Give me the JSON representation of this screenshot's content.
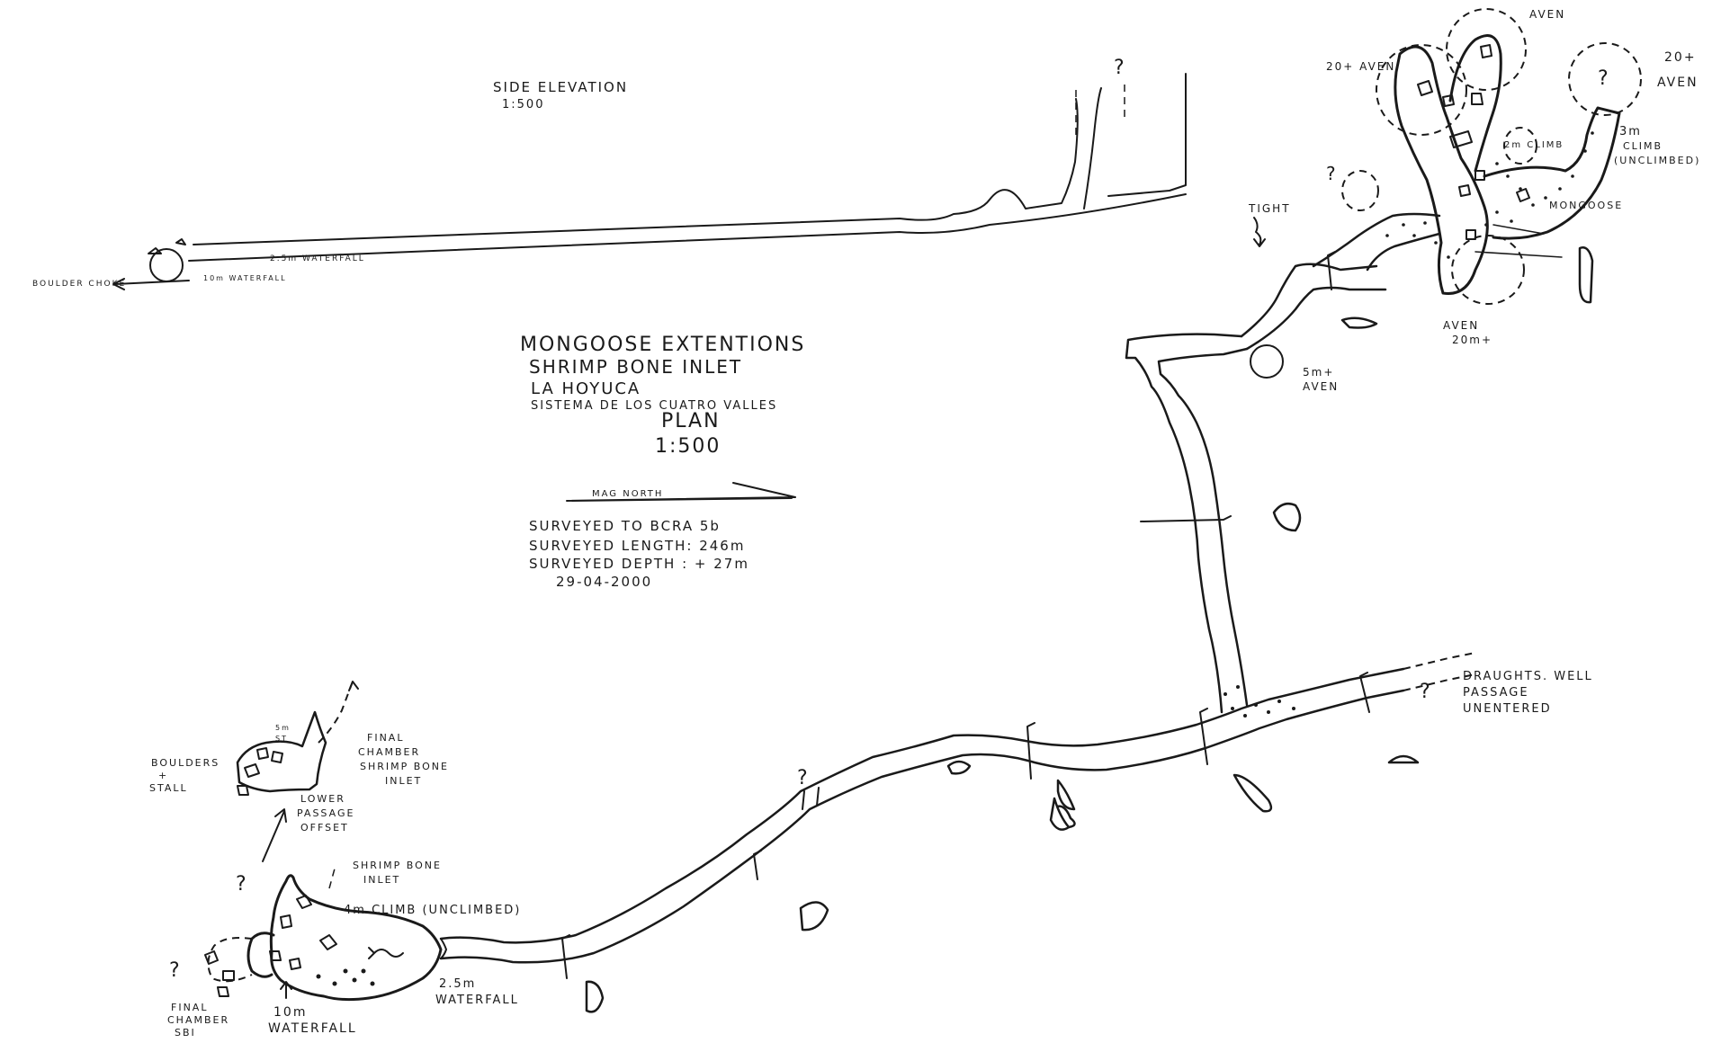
{
  "elevation": {
    "title": "SIDE ELEVATION",
    "scale": "1:500",
    "waterfall_label": "2.5m WATERFALL",
    "lower_waterfall_label": "10m WATERFALL",
    "exit_label": "BOULDER CHOKE",
    "question": "?"
  },
  "title_block": {
    "line1": "MONGOOSE EXTENTIONS",
    "line2": "SHRIMP BONE INLET",
    "line3": "LA HOYUCA",
    "line4": "SISTEMA DE LOS CUATRO VALLES",
    "line5": "PLAN",
    "line6": "1:500",
    "north": "MAG NORTH",
    "grade": "SURVEYED TO BCRA 5b",
    "length": "SURVEYED LENGTH: 246m",
    "depth": "SURVEYED DEPTH : + 27m",
    "date": "29-04-2000"
  },
  "labels": {
    "aven_top": "AVEN",
    "aven_20_left": "20+ AVEN",
    "aven_20_right_1": "20+",
    "aven_20_right_2": "AVEN",
    "climb_3m_1": "3m",
    "climb_3m_2": "CLIMB",
    "climb_3m_3": "(UNCLIMBED)",
    "climb_2m": "2m CLIMB",
    "mongoose": "MONGOOSE",
    "tight": "TIGHT",
    "aven_20_bottom_1": "AVEN",
    "aven_20_bottom_2": "20m+",
    "aven_5m_1": "5m+",
    "aven_5m_2": "AVEN",
    "draughts_1": "DRAUGHTS. WELL",
    "draughts_2": "PASSAGE",
    "draughts_3": "UNENTERED",
    "boulders_1": "BOULDERS",
    "boulders_2": "+",
    "boulders_3": "STALL",
    "final_chamber_1": "FINAL",
    "final_chamber_2": "CHAMBER",
    "final_chamber_3": "SHRIMP BONE",
    "final_chamber_4": "INLET",
    "lower_passage_1": "LOWER",
    "lower_passage_2": "PASSAGE",
    "lower_passage_3": "OFFSET",
    "shrimp_inlet_1": "SHRIMP BONE",
    "shrimp_inlet_2": "INLET",
    "climb_4m": "4m CLIMB (UNCLIMBED)",
    "final_sbi_1": "FINAL",
    "final_sbi_2": "CHAMBER",
    "final_sbi_3": "SBI",
    "waterfall_10m_1": "10m",
    "waterfall_10m_2": "WATERFALL",
    "waterfall_25m_1": "2.5m",
    "waterfall_25m_2": "WATERFALL",
    "q": "?",
    "small_1": "5m",
    "small_2": "ST"
  }
}
